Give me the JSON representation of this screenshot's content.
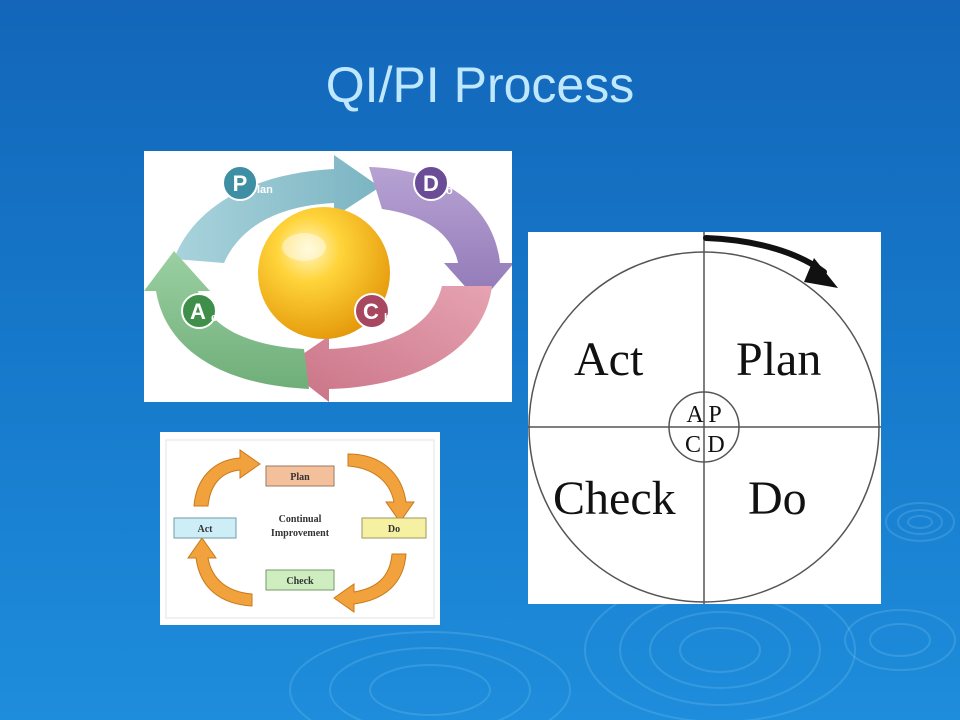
{
  "slide": {
    "title": "QI/PI Process"
  },
  "pdca_wheel": {
    "plan": {
      "initial": "P",
      "rest": "lan"
    },
    "do": {
      "initial": "D",
      "rest": "o"
    },
    "check": {
      "initial": "C",
      "rest": "heck"
    },
    "act": {
      "initial": "A",
      "rest": "ct"
    },
    "colors": {
      "plan": "#8cc3cf",
      "do": "#a88fc4",
      "check": "#d98b9b",
      "act": "#82bc8a",
      "sphere": "#f6c21b"
    }
  },
  "continual_improvement": {
    "center_line1": "Continual",
    "center_line2": "Improvement",
    "plan": "Plan",
    "do": "Do",
    "check": "Check",
    "act": "Act",
    "colors": {
      "plan": "#f4c09c",
      "do": "#f6f0a3",
      "check": "#cfeec0",
      "act": "#cdeef7",
      "arrow": "#f2a23c"
    }
  },
  "quadrant_circle": {
    "act": "Act",
    "plan": "Plan",
    "check": "Check",
    "do": "Do",
    "center_a": "A",
    "center_p": "P",
    "center_c": "C",
    "center_d": "D"
  }
}
